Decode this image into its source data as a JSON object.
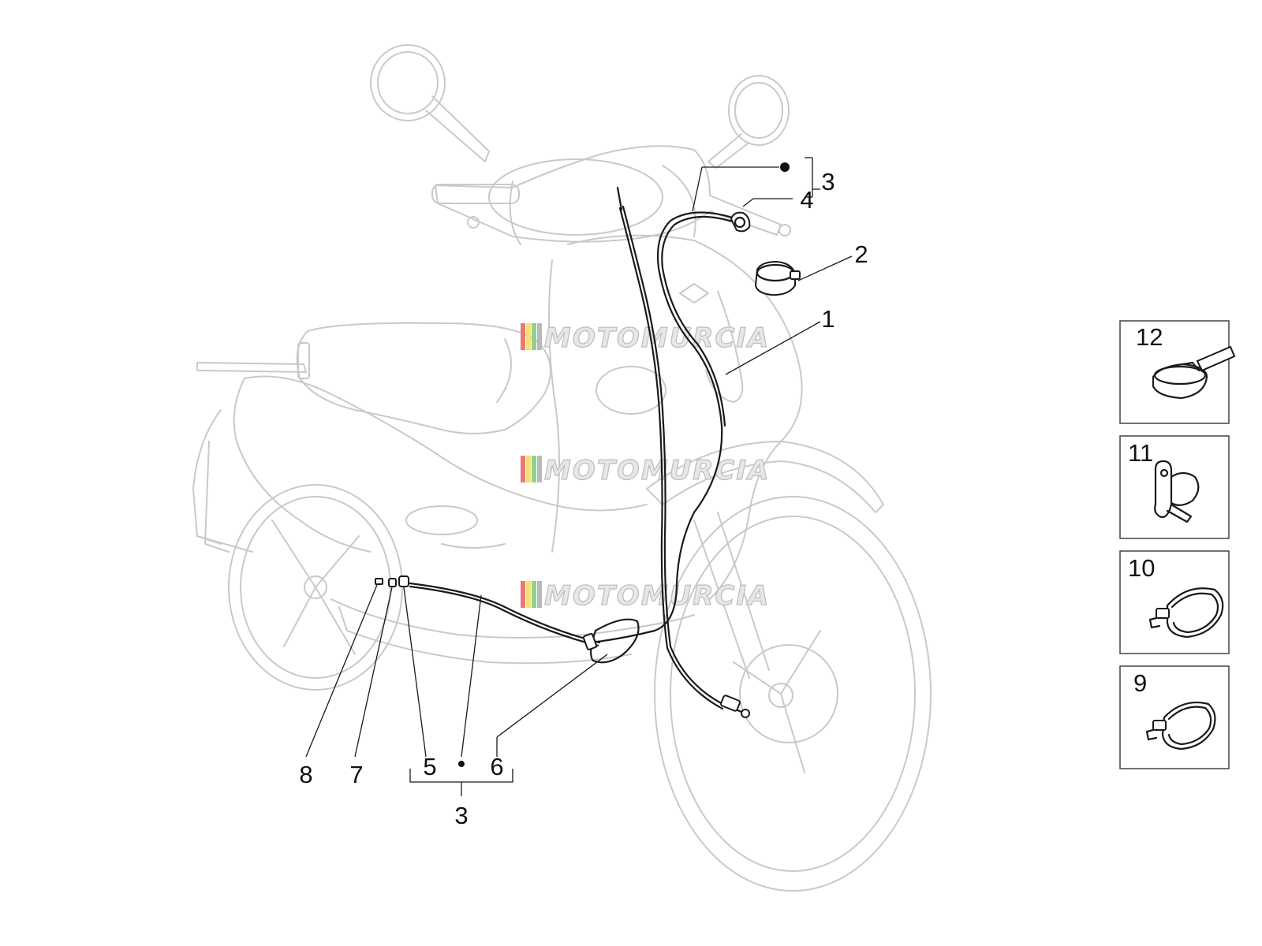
{
  "watermark": {
    "text": "MOTOMURCIA",
    "stripe_colors": [
      "#e87979",
      "#f3e07a",
      "#8fd08f",
      "#b9b9b9"
    ]
  },
  "callouts": {
    "c1": "1",
    "c2": "2",
    "c3_top": "3",
    "c4": "4",
    "c5": "5",
    "c6": "6",
    "c7": "7",
    "c8": "8",
    "c3_bottom": "3"
  },
  "side_panels": [
    {
      "label": "12",
      "part": "clamp-with-strap"
    },
    {
      "label": "11",
      "part": "p-clip-bracket"
    },
    {
      "label": "10",
      "part": "cable-tie-loop"
    },
    {
      "label": "9",
      "part": "cable-tie-loop"
    }
  ]
}
